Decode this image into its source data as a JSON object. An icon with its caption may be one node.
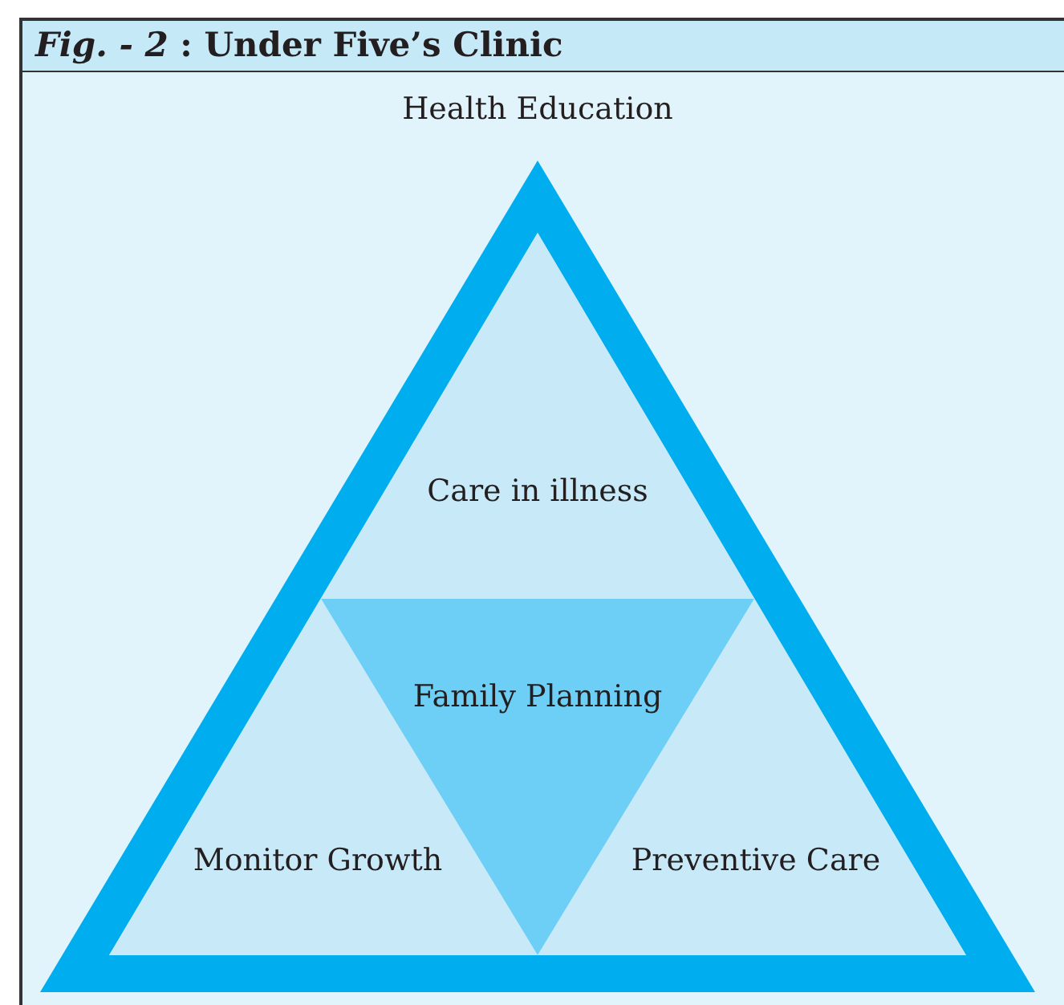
{
  "diagram": {
    "title": "*Fig. - 2* : Under Five’s Clinic",
    "nodes": [
      {
        "text": [
          "Health Education"
        ]
      },
      {
        "text": [
          "Care in illness"
        ],
        "in": 0
      },
      {
        "text": [
          "Family Planning"
        ],
        "in": 0
      },
      {
        "text": [
          "Monitor Growth"
        ],
        "in": 0
      },
      {
        "text": [
          "Preventive Care"
        ],
        "in": 0
      }
    ]
  }
}
